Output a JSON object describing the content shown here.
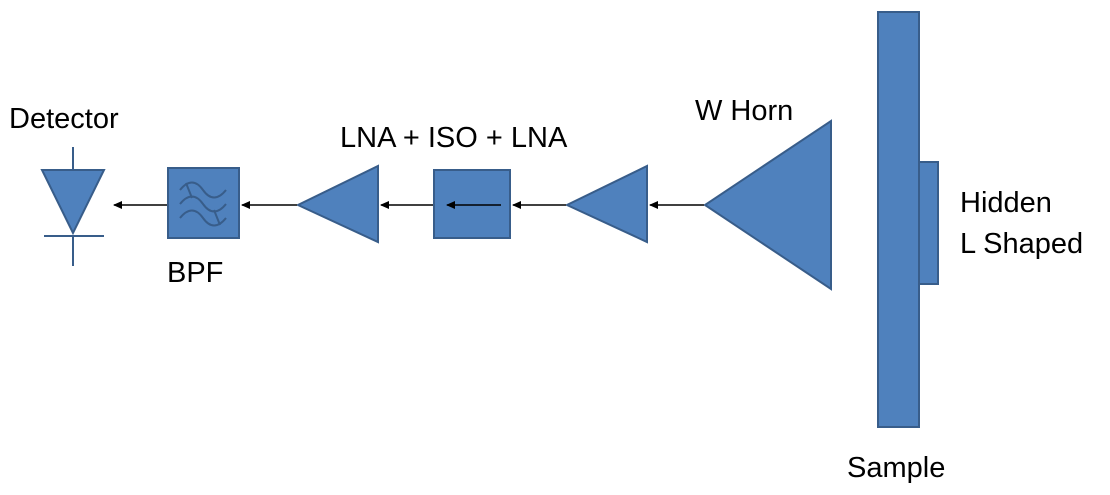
{
  "labels": {
    "detector": "Detector",
    "bpf": "BPF",
    "amp_chain": "LNA + ISO + LNA",
    "horn": "W Horn",
    "hidden_line1": "Hidden",
    "hidden_line2": "L Shaped",
    "sample": "Sample"
  },
  "colors": {
    "fill": "#4f81bd",
    "stroke": "#385d8a",
    "text": "#000000"
  },
  "icons": {
    "detector": "diode-icon",
    "bpf": "bandpass-filter-icon",
    "lna": "amplifier-triangle-icon",
    "iso": "isolator-icon",
    "horn": "horn-antenna-icon"
  }
}
